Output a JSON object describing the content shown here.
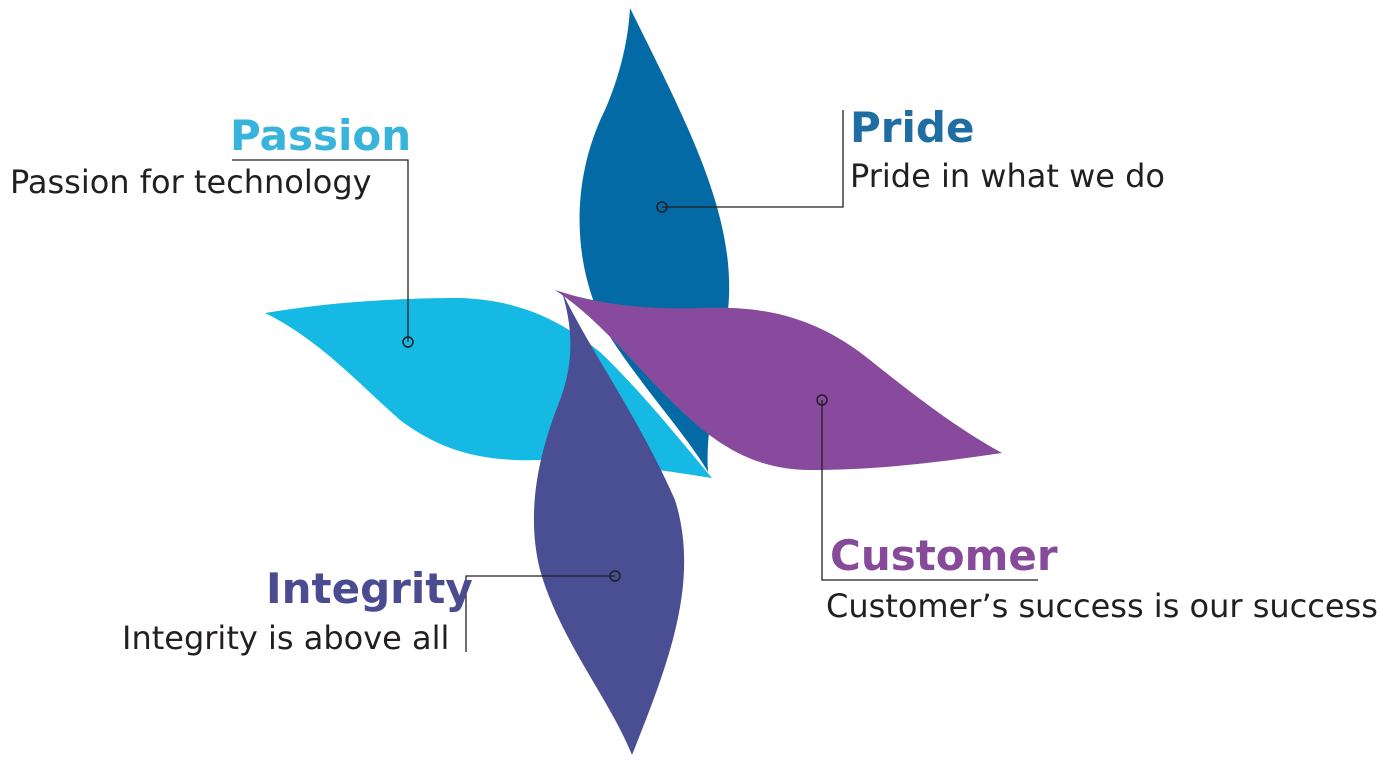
{
  "values": [
    {
      "title": "Passion",
      "description": "Passion for technology",
      "color": "#38b3dc",
      "petal_color": "#0db7e3"
    },
    {
      "title": "Pride",
      "description": "Pride in what we do",
      "color": "#1f6ea3",
      "petal_color": "#046aa6"
    },
    {
      "title": "Customer",
      "description": "Customer’s success is our success",
      "color": "#874a9b",
      "petal_color": "#874a9c"
    },
    {
      "title": "Integrity",
      "description": "Integrity is above all",
      "color": "#4a4b91",
      "petal_color": "#4a4f94"
    }
  ],
  "leader_color": "#231f20"
}
